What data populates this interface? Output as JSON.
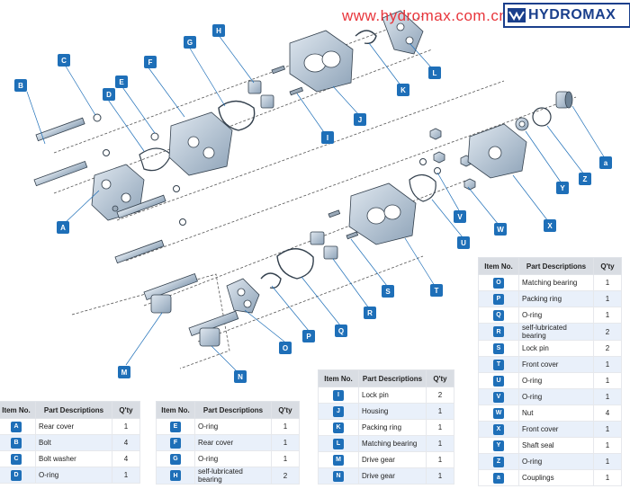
{
  "watermark": "www.hydromax.com.cn",
  "brand": "HYDROMAX",
  "callouts": [
    "A",
    "B",
    "C",
    "D",
    "E",
    "F",
    "G",
    "H",
    "I",
    "J",
    "K",
    "L",
    "M",
    "N",
    "O",
    "P",
    "Q",
    "R",
    "S",
    "T",
    "U",
    "V",
    "W",
    "X",
    "Y",
    "Z",
    "a"
  ],
  "table_headers": {
    "item_no": "Item No.",
    "part_desc": "Part Descriptions",
    "qty": "Q'ty"
  },
  "table1": [
    {
      "code": "A",
      "desc": "Rear cover",
      "qty": "1"
    },
    {
      "code": "B",
      "desc": "Bolt",
      "qty": "4"
    },
    {
      "code": "C",
      "desc": "Bolt washer",
      "qty": "4"
    },
    {
      "code": "D",
      "desc": "O-ring",
      "qty": "1"
    }
  ],
  "table2": [
    {
      "code": "E",
      "desc": "O-ring",
      "qty": "1"
    },
    {
      "code": "F",
      "desc": "Rear cover",
      "qty": "1"
    },
    {
      "code": "G",
      "desc": "O-ring",
      "qty": "1"
    },
    {
      "code": "H",
      "desc": "self-lubricated bearing",
      "qty": "2"
    }
  ],
  "table3": [
    {
      "code": "I",
      "desc": "Lock pin",
      "qty": "2"
    },
    {
      "code": "J",
      "desc": "Housing",
      "qty": "1"
    },
    {
      "code": "K",
      "desc": "Packing ring",
      "qty": "1"
    },
    {
      "code": "L",
      "desc": "Matching bearing",
      "qty": "1"
    },
    {
      "code": "M",
      "desc": "Drive gear",
      "qty": "1"
    },
    {
      "code": "N",
      "desc": "Drive gear",
      "qty": "1"
    }
  ],
  "table4": [
    {
      "code": "O",
      "desc": "Matching bearing",
      "qty": "1"
    },
    {
      "code": "P",
      "desc": "Packing ring",
      "qty": "1"
    },
    {
      "code": "Q",
      "desc": "O-ring",
      "qty": "1"
    },
    {
      "code": "R",
      "desc": "self-lubricated bearing",
      "qty": "2"
    },
    {
      "code": "S",
      "desc": "Lock pin",
      "qty": "2"
    },
    {
      "code": "T",
      "desc": "Front cover",
      "qty": "1"
    },
    {
      "code": "U",
      "desc": "O-ring",
      "qty": "1"
    },
    {
      "code": "V",
      "desc": "O-ring",
      "qty": "1"
    },
    {
      "code": "W",
      "desc": "Nut",
      "qty": "4"
    },
    {
      "code": "X",
      "desc": "Front cover",
      "qty": "1"
    },
    {
      "code": "Y",
      "desc": "Shaft seal",
      "qty": "1"
    },
    {
      "code": "Z",
      "desc": "O-ring",
      "qty": "1"
    },
    {
      "code": "a",
      "desc": "Couplings",
      "qty": "1"
    }
  ],
  "colors": {
    "accent": "#1e6fb8",
    "brand": "#1a3f8c",
    "watermark": "#e8353b",
    "part_fill": "#b9c7d6",
    "part_stroke": "#33404d"
  }
}
